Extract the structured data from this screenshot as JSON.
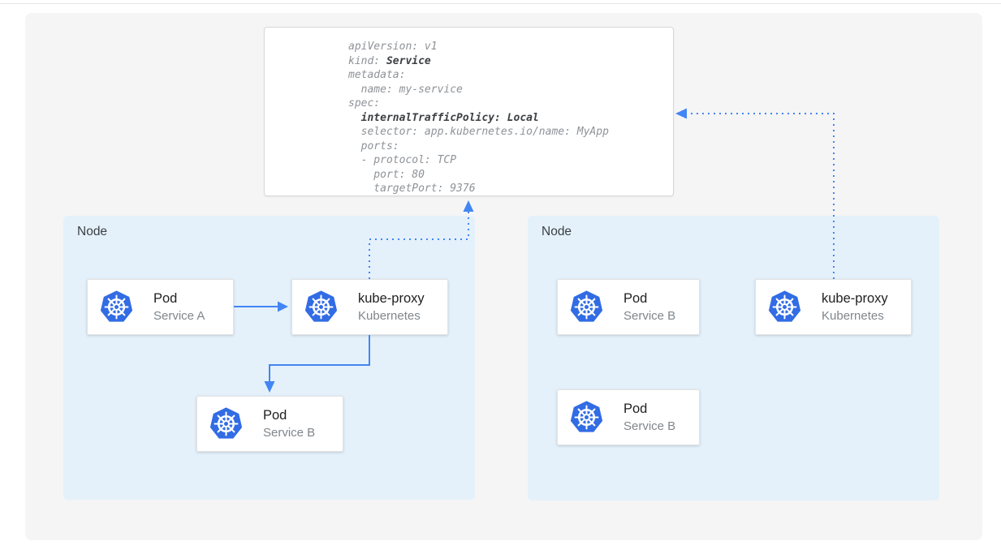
{
  "yaml": {
    "l0": "apiVersion: v1",
    "l1a": "kind: ",
    "l1b": "Service",
    "l2": "metadata:",
    "l3": "  name: my-service",
    "l4": "spec:",
    "l5a": "  ",
    "l5b": "internalTrafficPolicy: Local",
    "l6": "  selector: app.kubernetes.io/name: MyApp",
    "l7": "  ports:",
    "l8": "  - protocol: TCP",
    "l9": "    port: 80",
    "l10": "    targetPort: 9376"
  },
  "nodes": {
    "left": {
      "label": "Node",
      "pod_a": {
        "title": "Pod",
        "subtitle": "Service A"
      },
      "kube_proxy": {
        "title": "kube-proxy",
        "subtitle": "Kubernetes"
      },
      "pod_b": {
        "title": "Pod",
        "subtitle": "Service B"
      }
    },
    "right": {
      "label": "Node",
      "pod_b1": {
        "title": "Pod",
        "subtitle": "Service B"
      },
      "kube_proxy": {
        "title": "kube-proxy",
        "subtitle": "Kubernetes"
      },
      "pod_b2": {
        "title": "Pod",
        "subtitle": "Service B"
      }
    }
  },
  "icons": {
    "kubernetes": "kubernetes-helm-icon"
  },
  "colors": {
    "accent_blue": "#4285f4",
    "kubernetes_blue": "#326ce5",
    "node_bg": "#e4f1fb",
    "panel_bg": "#f5f5f6",
    "code_gray": "#8e9297",
    "code_bold": "#3c4043",
    "card_title": "#212121",
    "card_subtitle": "#80868b"
  }
}
